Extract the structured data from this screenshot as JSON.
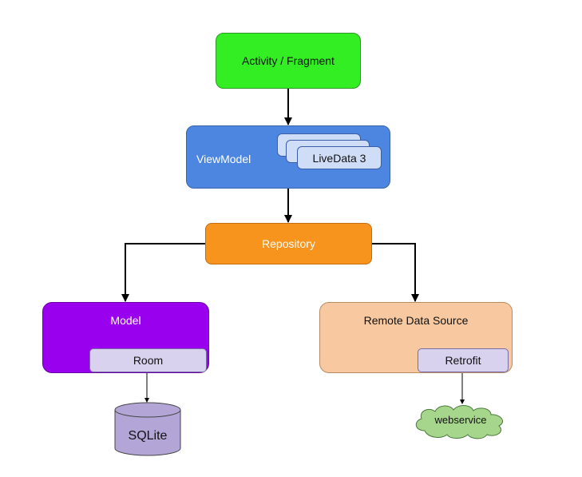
{
  "nodes": {
    "activity": "Activity / Fragment",
    "viewmodel": "ViewModel",
    "livedata": "LiveData 3",
    "repository": "Repository",
    "model": "Model",
    "room": "Room",
    "remote": "Remote Data Source",
    "retrofit": "Retrofit",
    "sqlite": "SQLite",
    "webservice": "webservice"
  },
  "colors": {
    "activity": "#33ee22",
    "viewmodel": "#4d86e0",
    "livedata": "#cfddf7",
    "repository": "#f7941d",
    "model": "#9900ee",
    "remote": "#f8c9a0",
    "inner_box": "#d8d2ee",
    "sqlite": "#b3a6d6",
    "webservice": "#a6d68c"
  },
  "edges": [
    {
      "from": "Activity / Fragment",
      "to": "ViewModel"
    },
    {
      "from": "ViewModel",
      "to": "Repository"
    },
    {
      "from": "Repository",
      "to": "Model"
    },
    {
      "from": "Repository",
      "to": "Remote Data Source"
    },
    {
      "from": "Room",
      "to": "SQLite"
    },
    {
      "from": "Retrofit",
      "to": "webservice"
    }
  ]
}
